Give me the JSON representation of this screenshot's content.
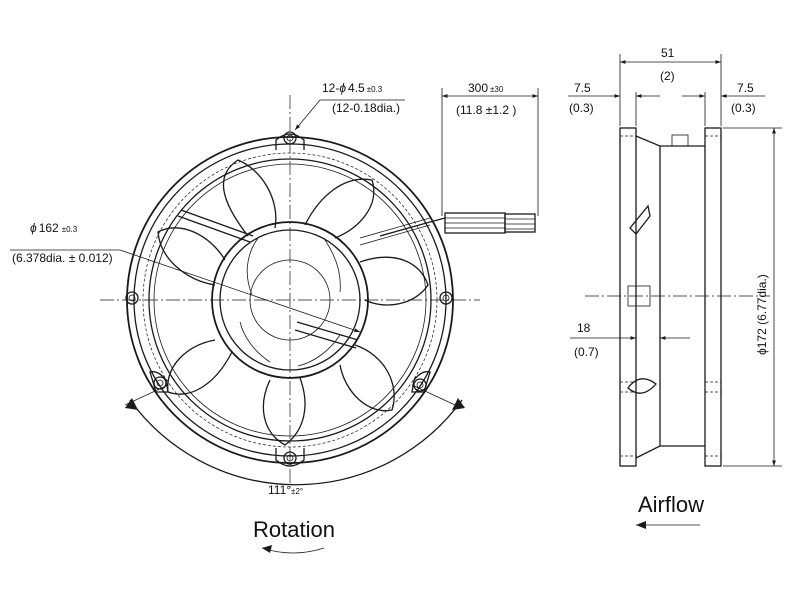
{
  "dimensions": {
    "mount_holes": {
      "prefix": "12-",
      "symbol": "ϕ",
      "value": "4.5",
      "tol": "±0.3",
      "inch": "(12-0.18dia.)"
    },
    "cable_length": {
      "value": "300",
      "tol": "±30",
      "inch": "(11.8 ±1.2 )"
    },
    "mount_circle": {
      "symbol": "ϕ",
      "value": "162",
      "tol": "±0.3",
      "inch": "(6.378dia. ± 0.012)"
    },
    "angle": {
      "value": "111°",
      "tol": "±2°"
    },
    "depth": {
      "value": "51",
      "inch": "(2)"
    },
    "flange_left": {
      "value": "7.5",
      "inch": "(0.3)"
    },
    "flange_right": {
      "value": "7.5",
      "inch": "(0.3)"
    },
    "hub_step": {
      "value": "18",
      "inch": "(0.7)"
    },
    "outer_diameter": {
      "text": "ϕ172 (6.77dia.)"
    }
  },
  "labels": {
    "rotation": "Rotation",
    "airflow": "Airflow"
  }
}
